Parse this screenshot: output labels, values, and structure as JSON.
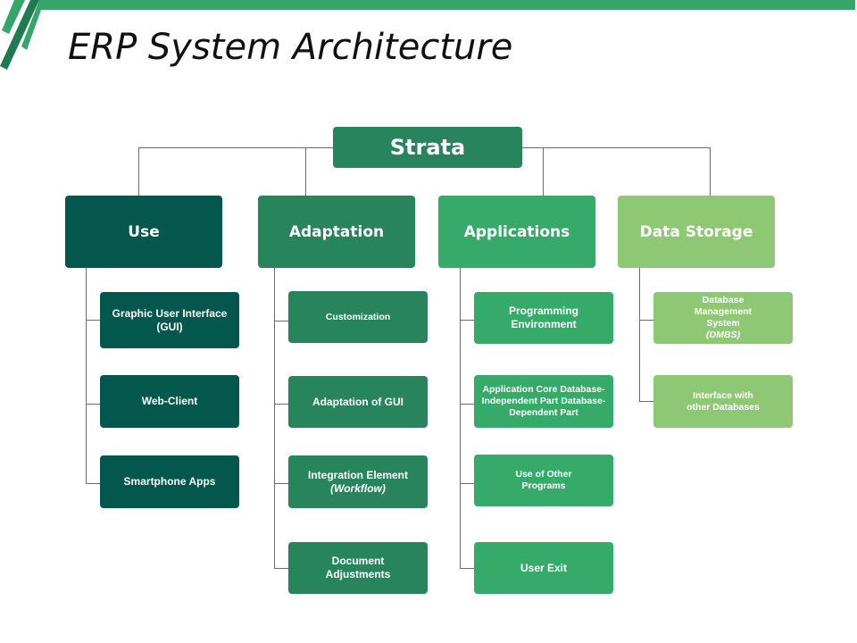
{
  "title": "ERP System Architecture",
  "colors": {
    "accent_bar": "#35a56a",
    "use": "#03574c",
    "adaptation": "#27845c",
    "applications": "#35aa69",
    "data_storage": "#8fc875",
    "connector": "#6b6b6b"
  },
  "diagram": {
    "root": "Strata",
    "categories": [
      {
        "label": "Use",
        "children": [
          {
            "text": "Graphic User Interface (GUI)"
          },
          {
            "text": "Web-Client"
          },
          {
            "text": "Smartphone Apps"
          }
        ]
      },
      {
        "label": "Adaptation",
        "children": [
          {
            "text": "Customization"
          },
          {
            "text": "Adaptation of GUI"
          },
          {
            "text": "Integration Element",
            "italic": "(Workflow)"
          },
          {
            "text": "Document Adjustments"
          }
        ]
      },
      {
        "label": "Applications",
        "children": [
          {
            "text": "Programming Environment"
          },
          {
            "text": "Application Core Database- Independent Part Database- Dependent Part"
          },
          {
            "text": "Use of Other Programs"
          },
          {
            "text": "User Exit"
          }
        ]
      },
      {
        "label": "Data Storage",
        "children": [
          {
            "text": "Database Management System",
            "italic": "(DMBS)"
          },
          {
            "text": "Interface with other Databases"
          }
        ]
      }
    ]
  }
}
